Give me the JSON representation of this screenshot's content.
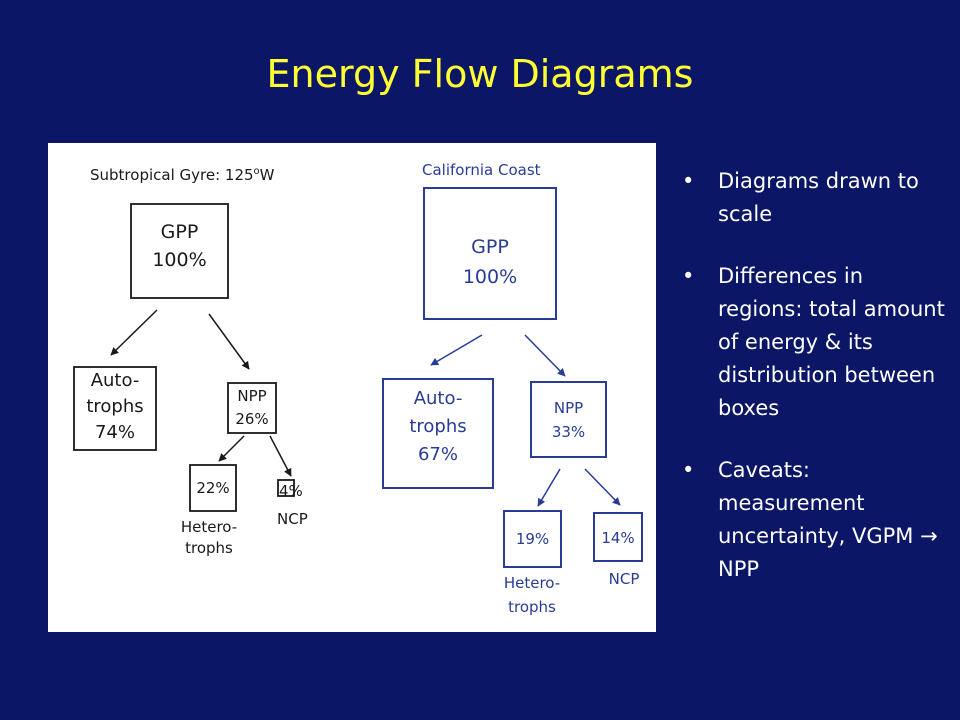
{
  "slide": {
    "title": "Energy Flow Diagrams"
  },
  "diagram": {
    "gyre": {
      "title_prefix": "Subtropical Gyre: 125",
      "title_sup": "o",
      "title_suffix": "W",
      "gpp_label": "GPP",
      "gpp_value": "100%",
      "auto_line1": "Auto-",
      "auto_line2": "trophs",
      "auto_value": "74%",
      "npp_label": "NPP",
      "npp_value": "26%",
      "hetero_value": "22%",
      "hetero_line1": "Hetero-",
      "hetero_line2": "trophs",
      "ncp_value": "4%",
      "ncp_label": "NCP"
    },
    "coast": {
      "title": "California Coast",
      "gpp_label": "GPP",
      "gpp_value": "100%",
      "auto_line1": "Auto-",
      "auto_line2": "trophs",
      "auto_value": "67%",
      "npp_label": "NPP",
      "npp_value": "33%",
      "hetero_value": "19%",
      "hetero_line1": "Hetero-",
      "hetero_line2": "trophs",
      "ncp_value": "14%",
      "ncp_label": "NCP"
    },
    "colors": {
      "gyre": "#1a1a1a",
      "coast": "#283c96",
      "title": "#ffff33",
      "background": "#0b1666"
    }
  },
  "bullets": [
    "Diagrams drawn to scale",
    "Differences in regions: total amount of energy & its distribution between boxes",
    "Caveats: measurement uncertainty, VGPM → NPP"
  ]
}
